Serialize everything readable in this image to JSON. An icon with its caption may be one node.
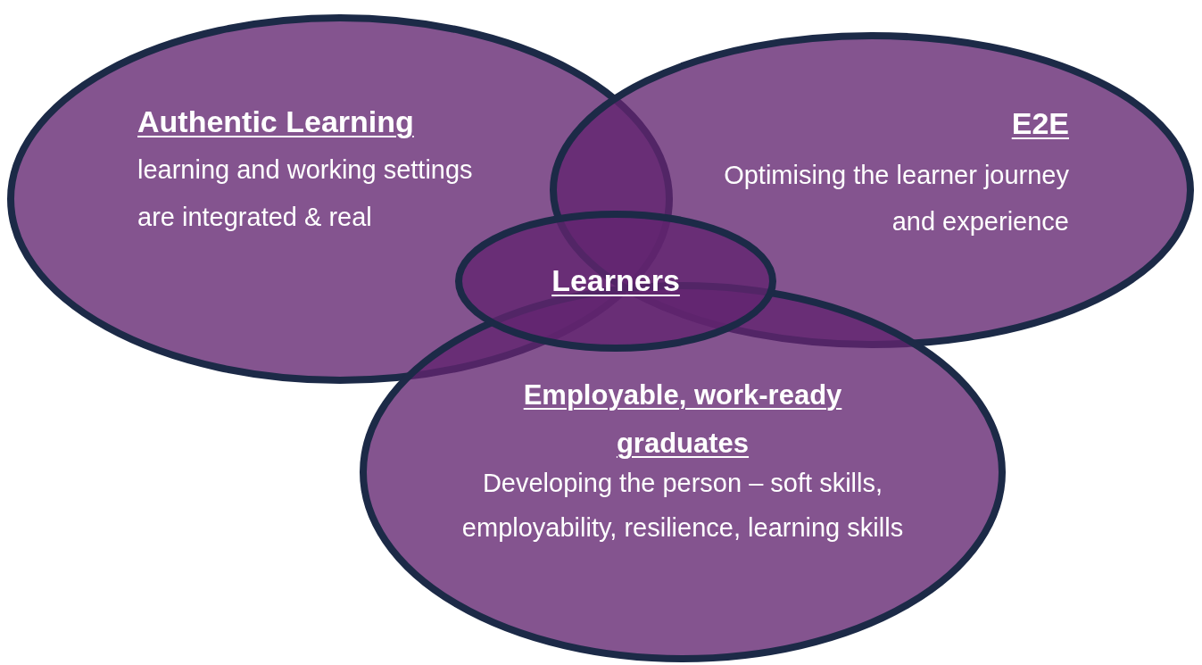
{
  "diagram": {
    "nodes": [
      {
        "text": [
          "Authentic Learning",
          "learning and working settings are integrated & real"
        ]
      },
      {
        "text": [
          "E2E",
          "Optimising the learner journey and experience"
        ]
      },
      {
        "text": [
          "Learners"
        ]
      },
      {
        "text": [
          "Employable, work-ready graduates",
          "Developing the person – soft skills, employability, resilience, learning skills"
        ]
      }
    ]
  }
}
